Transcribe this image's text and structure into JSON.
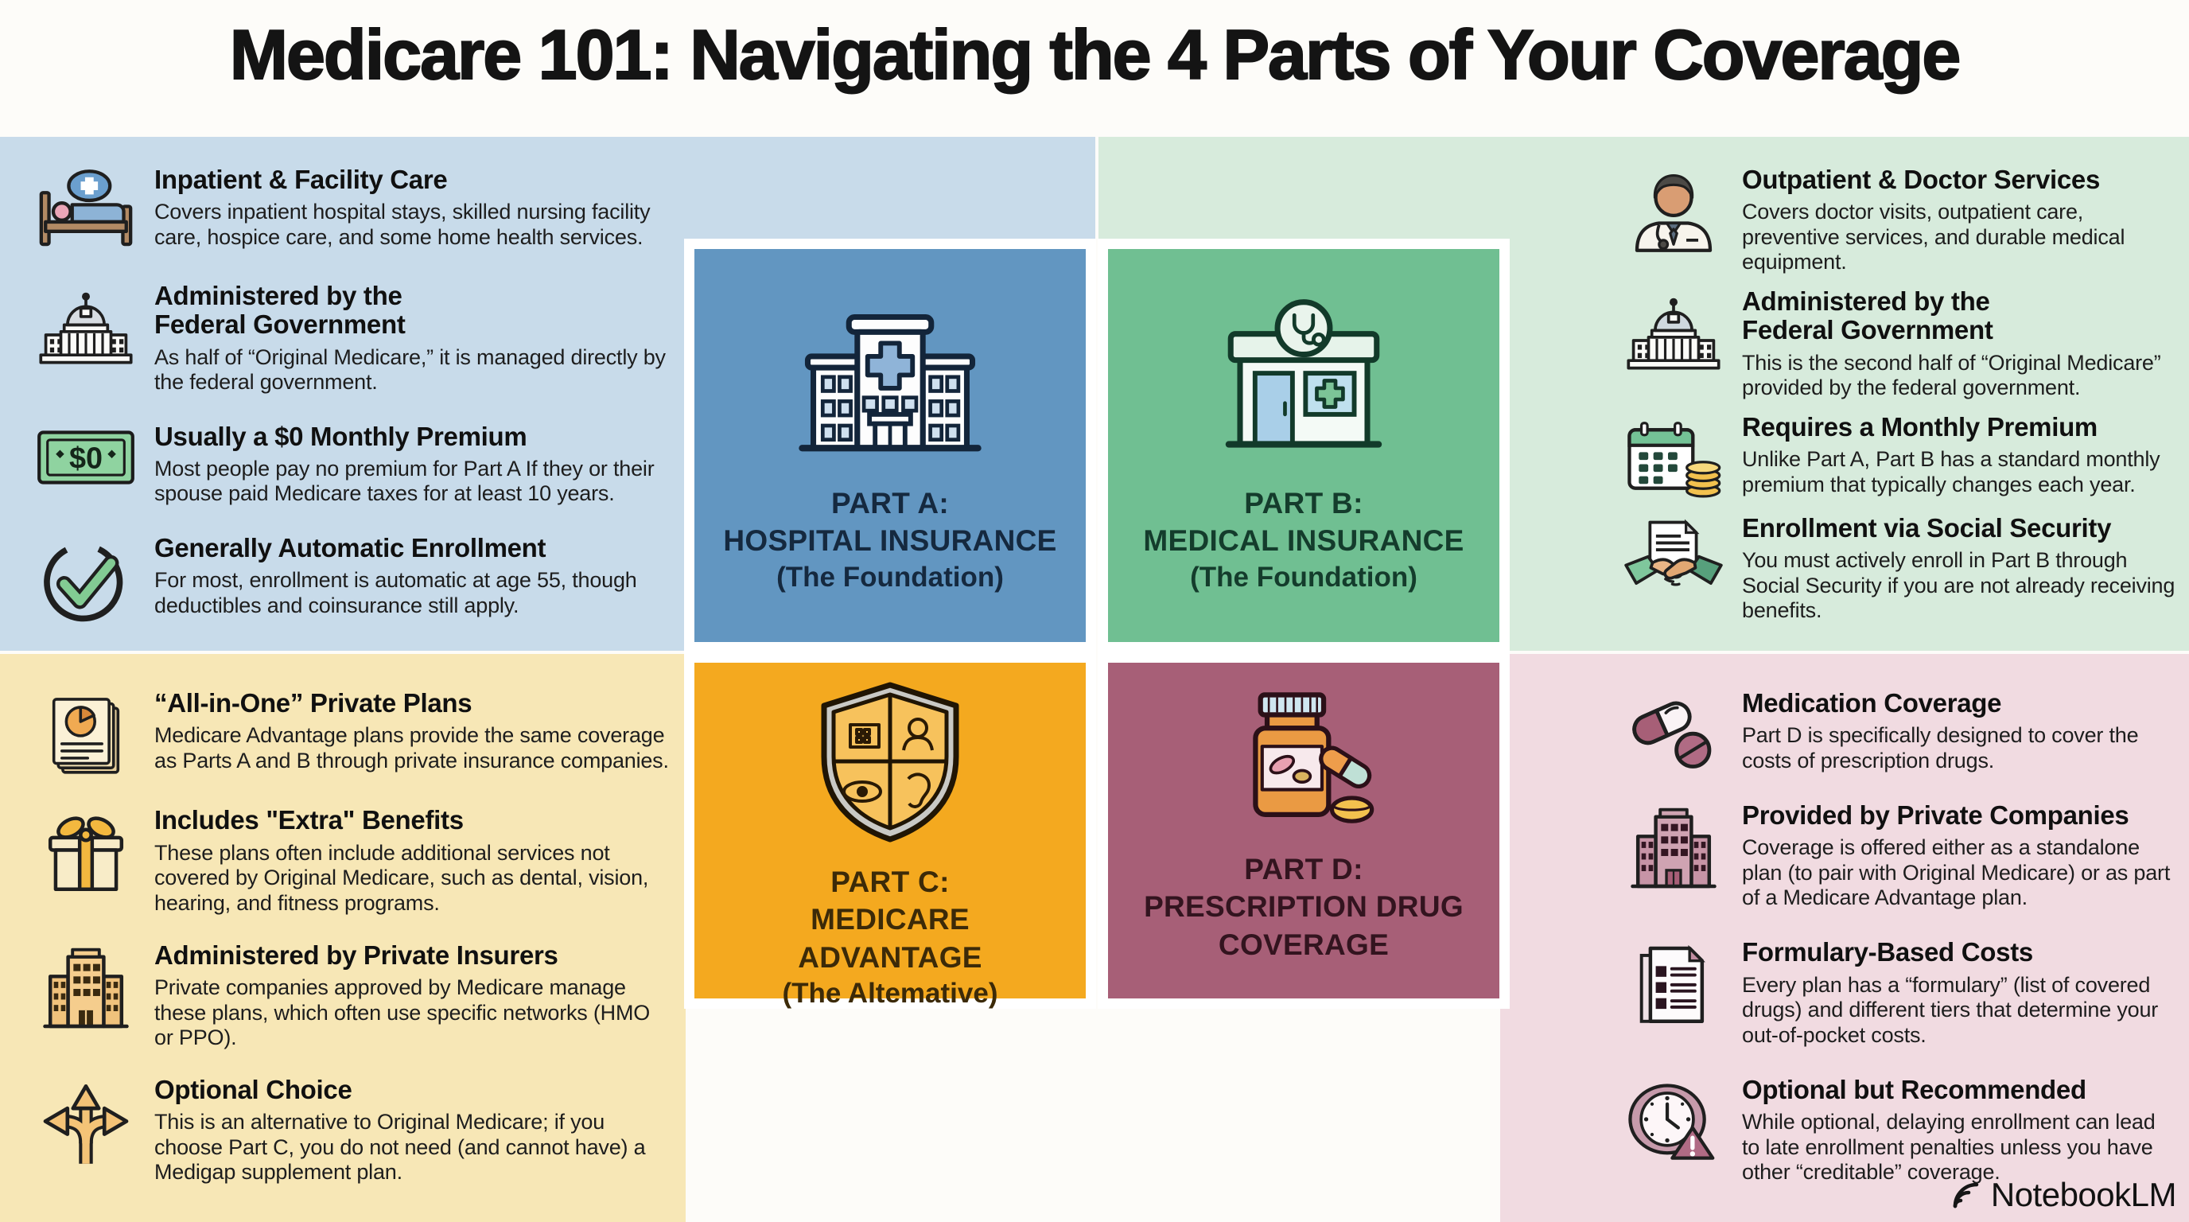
{
  "title": "Medicare 101: Navigating the 4 Parts of Your Coverage",
  "watermark": "NotebookLM",
  "colors": {
    "panel_a_bg": "#c8dbea",
    "panel_b_bg": "#d7ebdc",
    "panel_c_bg": "#f7e7b6",
    "panel_d_bg": "#f1dbe1",
    "tile_a_bg": "#6296c1",
    "tile_b_bg": "#70bf92",
    "tile_c_bg": "#f4a91f",
    "tile_d_bg": "#a75f77"
  },
  "qa": {
    "tile": {
      "icon": "hospital-building-icon",
      "line1": "PART A:",
      "line2": "HOSPITAL INSURANCE",
      "subtitle": "(The Foundation)"
    },
    "items": [
      {
        "icon": "hospital-bed-icon",
        "heading": "Inpatient & Facility Care",
        "body": "Covers inpatient hospital stays, skilled nursing facility care, hospice care, and some home health services."
      },
      {
        "icon": "capitol-building-icon",
        "heading": "Administered by the\nFederal Government",
        "body": "As half of “Original Medicare,” it is managed directly by the federal government."
      },
      {
        "icon": "zero-dollar-bill-icon",
        "heading": "Usually a $0 Monthly Premium",
        "body": "Most people pay no premium for Part A If they or their spouse paid Medicare taxes for at least 10 years."
      },
      {
        "icon": "check-circle-icon",
        "heading": "Generally Automatic Enrollment",
        "body": "For most, enrollment is automatic at age 55, though deductibles and coinsurance still apply."
      }
    ]
  },
  "qb": {
    "tile": {
      "icon": "clinic-storefront-icon",
      "line1": "PART B:",
      "line2": "MEDICAL INSURANCE",
      "subtitle": "(The Foundation)"
    },
    "items": [
      {
        "icon": "doctor-icon",
        "heading": "Outpatient & Doctor Services",
        "body": "Covers doctor visits, outpatient care, preventive services, and durable medical equipment."
      },
      {
        "icon": "capitol-building-icon",
        "heading": "Administered by the\nFederal Government",
        "body": "This is the second half of “Original Medicare” provided by the federal government."
      },
      {
        "icon": "calendar-coins-icon",
        "heading": "Requires a Monthly Premium",
        "body": "Unlike Part A, Part B has a standard monthly premium that typically changes each year."
      },
      {
        "icon": "handshake-document-icon",
        "heading": "Enrollment via Social Security",
        "body": "You must actively enroll in Part B through Social Security if you are not already receiving benefits."
      }
    ]
  },
  "qc": {
    "tile": {
      "icon": "benefits-shield-icon",
      "line1": "PART C:",
      "line2": "MEDICARE ADVANTAGE",
      "subtitle": "(The Altemative)"
    },
    "items": [
      {
        "icon": "report-pie-icon",
        "heading": "“All-in-One” Private Plans",
        "body": "Medicare Advantage plans provide the same coverage as Parts A and B through private insurance companies."
      },
      {
        "icon": "gift-box-icon",
        "heading": "Includes \"Extra\" Benefits",
        "body": "These plans often include additional services not covered by Original Medicare, such as dental, vision, hearing, and fitness programs."
      },
      {
        "icon": "office-building-icon",
        "heading": "Administered by Private Insurers",
        "body": "Private companies approved by Medicare manage these plans, which often use specific networks (HMO or PPO)."
      },
      {
        "icon": "three-way-arrows-icon",
        "heading": "Optional Choice",
        "body": "This is an alternative to Original Medicare; if you choose Part C, you do not need (and cannot have) a Medigap supplement plan."
      }
    ]
  },
  "qd": {
    "tile": {
      "icon": "pill-bottle-icon",
      "line1": "PART D:",
      "line2": "PRESCRIPTION DRUG COVERAGE",
      "subtitle": ""
    },
    "items": [
      {
        "icon": "pills-icon",
        "heading": "Medication Coverage",
        "body": "Part D is specifically designed to cover the costs of prescription drugs."
      },
      {
        "icon": "office-building-icon",
        "heading": "Provided by Private Companies",
        "body": "Coverage is offered either as a standalone plan (to pair with Original Medicare) or as part of a Medicare Advantage plan."
      },
      {
        "icon": "formulary-checklist-icon",
        "heading": "Formulary-Based Costs",
        "body": "Every plan has a “formulary” (list of covered drugs) and different tiers that determine your out-of-pocket costs."
      },
      {
        "icon": "clock-warning-icon",
        "heading": "Optional but Recommended",
        "body": "While optional, delaying enrollment can lead to late enrollment penalties unless you have other “creditable” coverage."
      }
    ]
  }
}
